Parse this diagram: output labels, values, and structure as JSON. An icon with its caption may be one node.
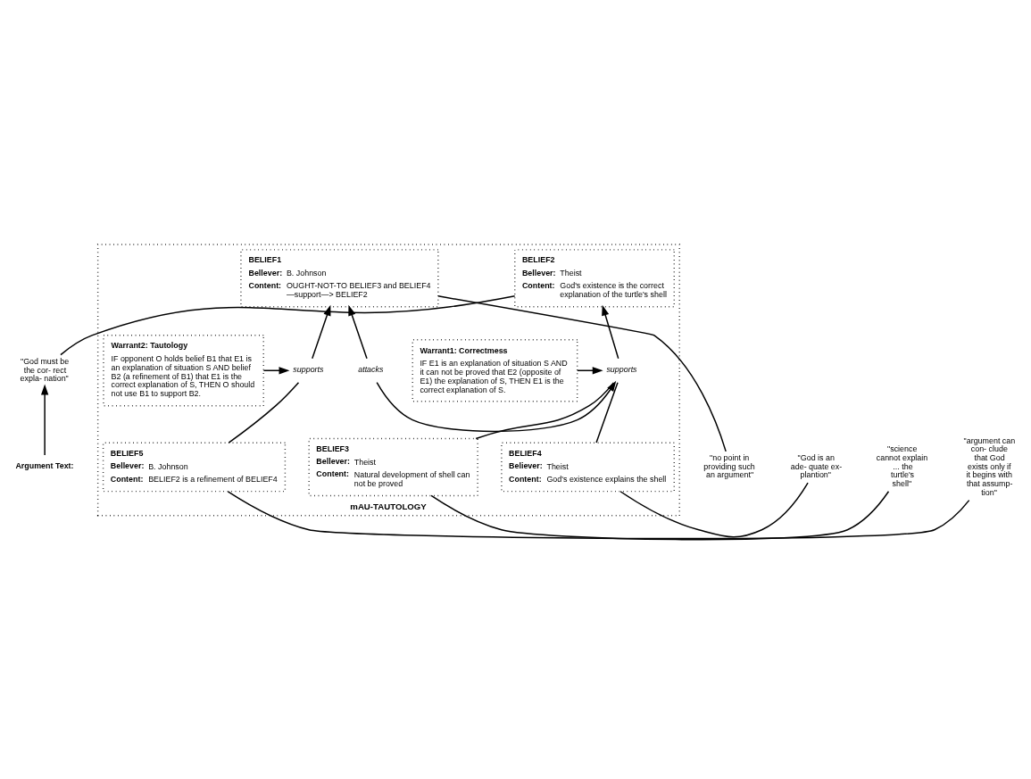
{
  "diagram": {
    "nodes": [
      {
        "text": [
          "Argument Text:"
        ]
      },
      {
        "text": [
          "\"God must be the cor- rect expla- nation\""
        ]
      },
      {
        "text": [
          "\"no point in providing such an argument\""
        ]
      },
      {
        "text": [
          "\"God is an ade- quate ex- plantion\""
        ]
      },
      {
        "text": [
          "\"science cannot explain ... the turtle's shell\""
        ]
      },
      {
        "text": [
          "\"argument can con- clude that God exists only if it begins with that assump- tion\""
        ]
      },
      {
        "text": [
          "mAU-TAUTOLOGY"
        ]
      },
      {
        "text": [
          "BELIEF2",
          "Bellever: Theist",
          "Content: God's existence is the correct explanation of the turtle's shell"
        ],
        "in": 6
      },
      {
        "text": [
          "BELIEF1",
          "Bellever: B. Johnson",
          "Content: OUGHT-NOT-TO BELIEF3 and BELIEF4 —support—> BELIEF2"
        ],
        "in": 6
      },
      {
        "text": [
          "Warrant1: Correctmess",
          "IF E1 is an explanation of situation S AND it can not be proved that E2 (opposite of E1) the explanation of S, THEN E1 is the correct explanation of S."
        ],
        "in": 6
      },
      {
        "text": [
          "attacks"
        ],
        "in": 6
      },
      {
        "text": [
          "supports"
        ],
        "in": 6
      },
      {
        "text": [
          "BELIEF3",
          "Bellever: Theist",
          "Content: Natural development of shell can not be proved"
        ],
        "in": 6
      },
      {
        "text": [
          "BELIEF4",
          "Believer: Theist",
          "Content: God's existence explains the shell"
        ],
        "in": 6
      },
      {
        "text": [
          "supports"
        ],
        "in": 6
      },
      {
        "text": [
          "Warrant2: Tautology",
          "IF opponent O holds belief B1 that E1 is an explanation of situation S AND belief B2 (a refinement of B1) that E1 is the correct explanation of S, THEN O should not use B1 to support B2."
        ],
        "in": 6
      },
      {
        "text": [
          "BELIEF5",
          "Bellever: B. Johnson",
          "Content: BELIEF2 is a refinement of BELIEF4"
        ],
        "in": 6
      }
    ],
    "edges": [
      {
        "from": 0,
        "to": 1,
        "arrow": "to"
      },
      {
        "from": 1,
        "to": 7,
        "arrow": "none"
      },
      {
        "from": 2,
        "to": 8,
        "arrow": "none"
      },
      {
        "from": 3,
        "to": 13,
        "arrow": "none"
      },
      {
        "from": 4,
        "to": 12,
        "arrow": "none"
      },
      {
        "from": 5,
        "to": 16,
        "arrow": "none"
      },
      {
        "from": 11,
        "to": 7,
        "arrow": "to"
      },
      {
        "from": 10,
        "to": 8,
        "arrow": "to"
      },
      {
        "from": 10,
        "to": 11,
        "arrow": "to"
      },
      {
        "from": 9,
        "to": 11,
        "arrow": "to"
      },
      {
        "from": 12,
        "to": 11,
        "arrow": "none"
      },
      {
        "from": 13,
        "to": 11,
        "arrow": "none"
      },
      {
        "from": 14,
        "to": 8,
        "arrow": "to"
      },
      {
        "from": 15,
        "to": 14,
        "arrow": "to"
      },
      {
        "from": 16,
        "to": 14,
        "arrow": "none"
      }
    ]
  }
}
